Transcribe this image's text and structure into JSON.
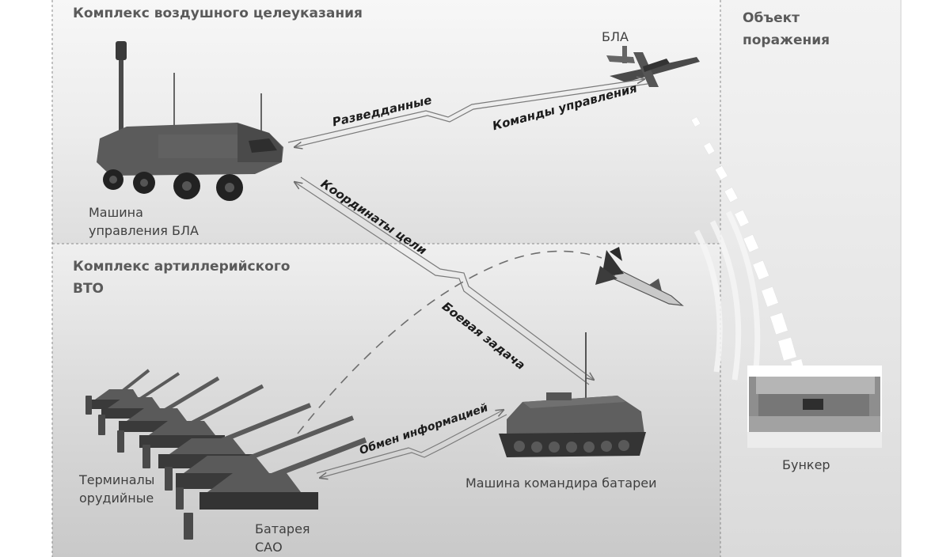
{
  "sections": {
    "air": {
      "title": "Комплекс воздушного целеуказания"
    },
    "artillery": {
      "title_line1": "Комплекс артиллерийского",
      "title_line2": "ВТО"
    },
    "target": {
      "title_line1": "Объект",
      "title_line2": "поражения"
    }
  },
  "units": {
    "uav": "БЛА",
    "uav_control_vehicle_line1": "Машина",
    "uav_control_vehicle_line2": "управления БЛА",
    "battery_commander_vehicle": "Машина командира батареи",
    "gun_terminals_line1": "Терминалы",
    "gun_terminals_line2": "орудийные",
    "battery_line1": "Батарея",
    "battery_line2": "САО",
    "bunker": "Бункер"
  },
  "links": {
    "recon_data": "Разведданные",
    "control_commands": "Команды управления",
    "target_coordinates": "Координаты цели",
    "combat_task": "Боевая задача",
    "info_exchange": "Обмен информацией"
  },
  "colors": {
    "upper_panel": "#f0f0f0",
    "lower_panel": "#dcdcdc",
    "target_panel": "#e9e9e9",
    "dashed_border": "#8a8a8a",
    "arrow_line": "#7a7a7a"
  }
}
